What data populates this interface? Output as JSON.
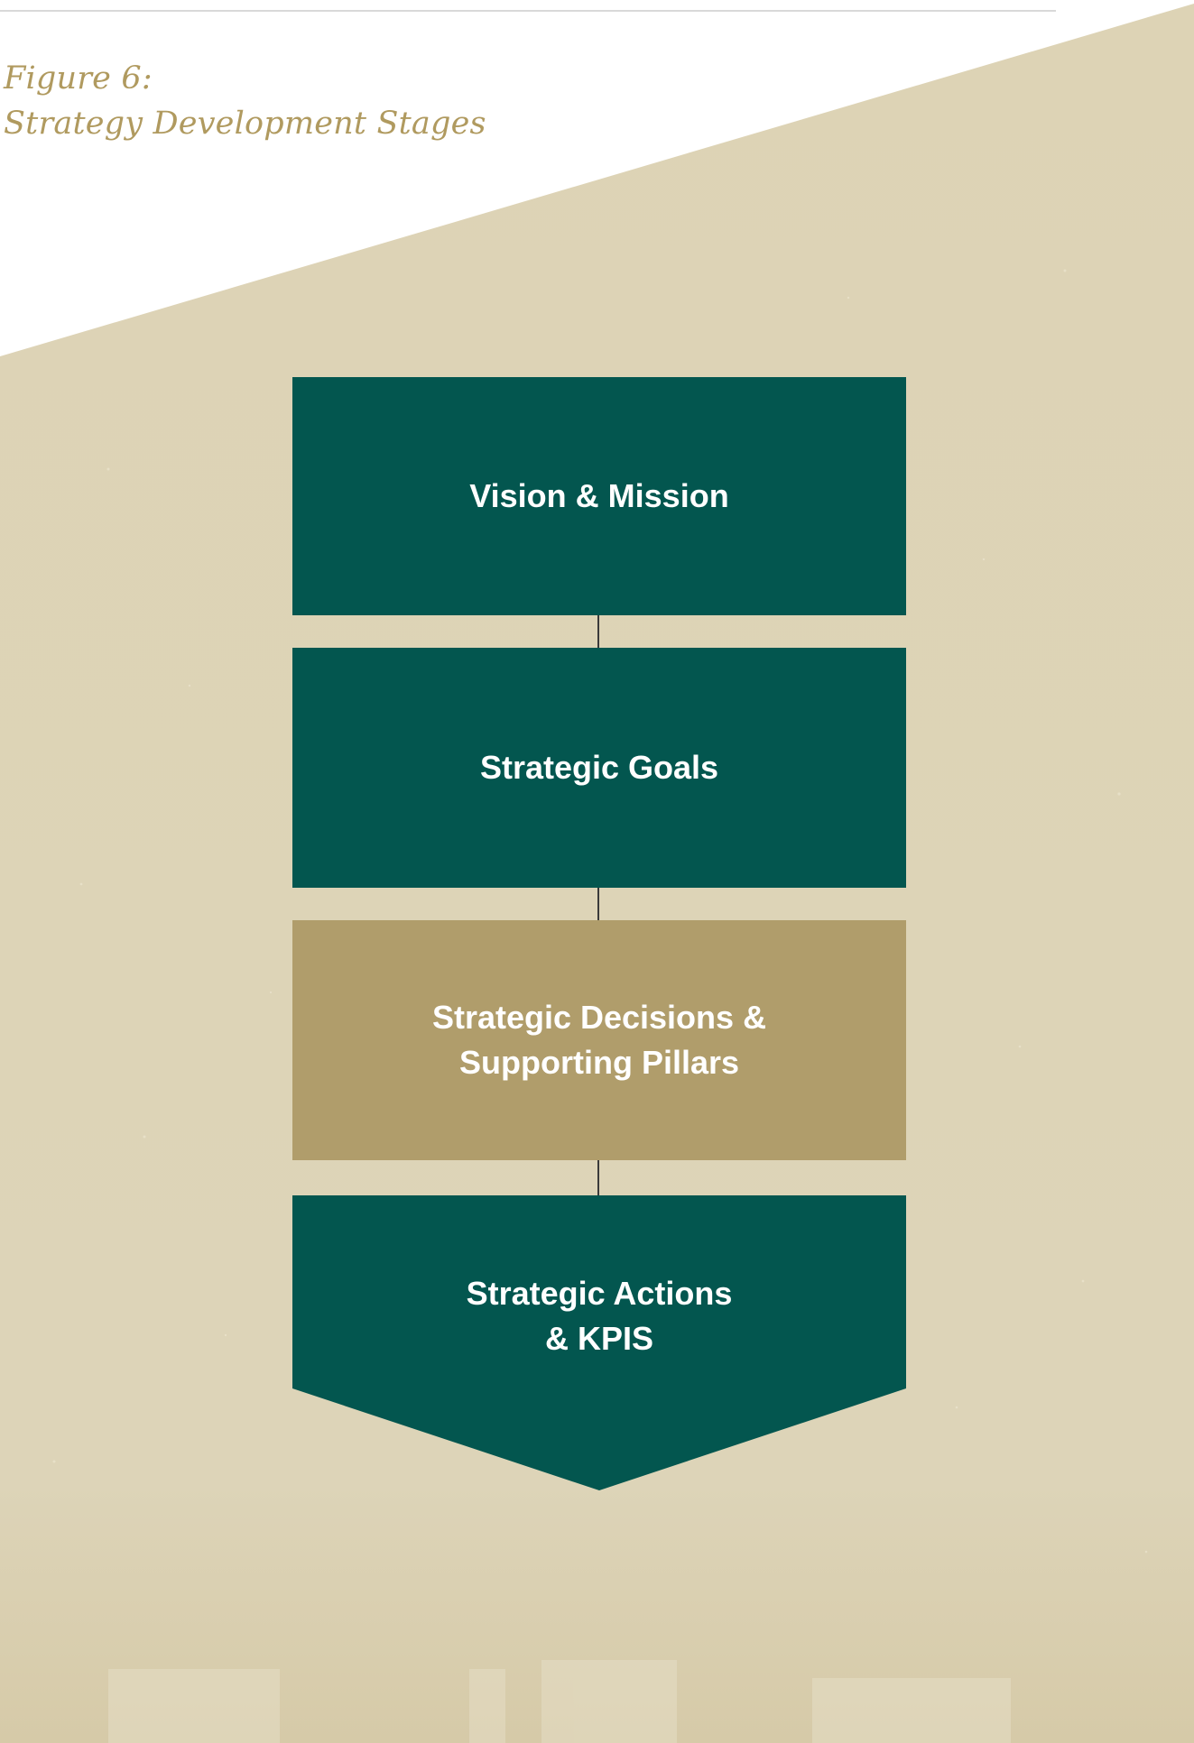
{
  "caption": {
    "line1": "Figure 6:",
    "line2": "Strategy Development Stages"
  },
  "colors": {
    "background_tan": "#ddd3b5",
    "stage_green": "#03564f",
    "stage_gold": "#b09d6b",
    "caption_text": "#b09a5f",
    "connector": "#3a3a3a"
  },
  "stages": [
    {
      "label": "Vision & Mission",
      "color": "green"
    },
    {
      "label": "Strategic Goals",
      "color": "green"
    },
    {
      "label": "Strategic Decisions &\nSupporting Pillars",
      "color": "gold"
    },
    {
      "label": "Strategic Actions\n& KPIS",
      "color": "green",
      "shape": "arrow-down"
    }
  ]
}
